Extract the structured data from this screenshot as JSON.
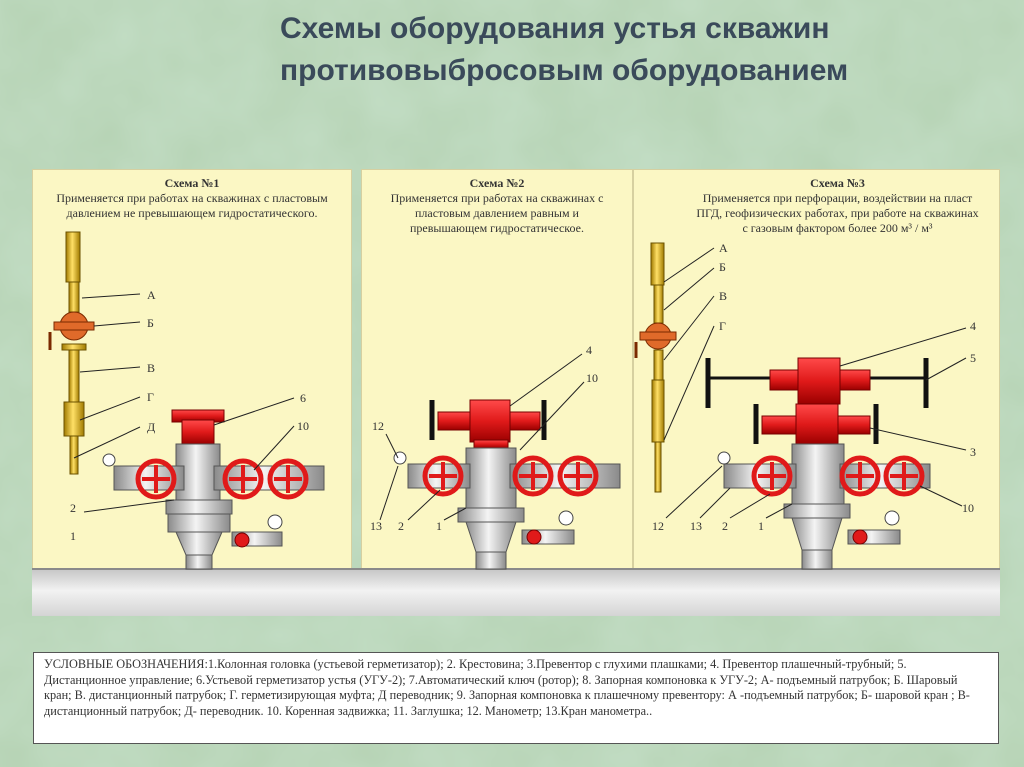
{
  "title": {
    "line1": "Схемы оборудования устья скважин",
    "line2": "противовыбросовым оборудованием"
  },
  "schemes": [
    {
      "heading": "Схема №1",
      "text": "Применяется при работах на скважинах с пластовым  давлением не превышающем гидростатического."
    },
    {
      "heading": "Схема №2",
      "text": "Применяется  при работах на скважинах с пластовым давлением равным  и превышающем гидростатическое."
    },
    {
      "heading": "Схема №3",
      "text": "Применяется при перфорации, воздействии на пласт ПГД, геофизических работах, при работе на скважинах с газовым фактором более 200 м³ / м³"
    }
  ],
  "labels": {
    "s1": {
      "a": "А",
      "b": "Б",
      "v": "В",
      "g": "Г",
      "d": "Д",
      "n6": "6",
      "n10": "10",
      "n2": "2",
      "n1": "1"
    },
    "s2": {
      "n4": "4",
      "n10": "10",
      "n12": "12",
      "n13": "13",
      "n2": "2",
      "n1": "1"
    },
    "s3": {
      "a": "А",
      "b": "Б",
      "v": "В",
      "g": "Г",
      "n4": "4",
      "n5": "5",
      "n3": "3",
      "n10": "10",
      "n12": "12",
      "n13": "13",
      "n2": "2",
      "n1": "1"
    }
  },
  "legend": "УСЛОВНЫЕ ОБОЗНАЧЕНИЯ:1.Колонная головка (устьевой герметизатор); 2. Крестовина; 3.Превентор с глухими  плашками; 4. Превентор плашечный-трубный; 5. Дистанционное управление; 6.Устьевой герметизатор устья (УГУ-2); 7.Автоматический ключ (ротор); 8. Запорная компоновка к УГУ-2; А- подъемный патрубок; Б. Шаровый кран; В. дистанционный патрубок; Г. герметизирующая муфта; Д переводник; 9. Запорная компоновка к плашечному превентору: А -подъемный патрубок; Б- шаровой кран ; В- дистанционный патрубок; Д- переводник. 10. Коренная задвижка; 11. Заглушка; 12. Манометр; 13.Кран манометра..",
  "colors": {
    "red": "#e01a1a",
    "gold": "#e2b418",
    "steel": "#c8c8c8",
    "panel": "#fbf7c4"
  }
}
